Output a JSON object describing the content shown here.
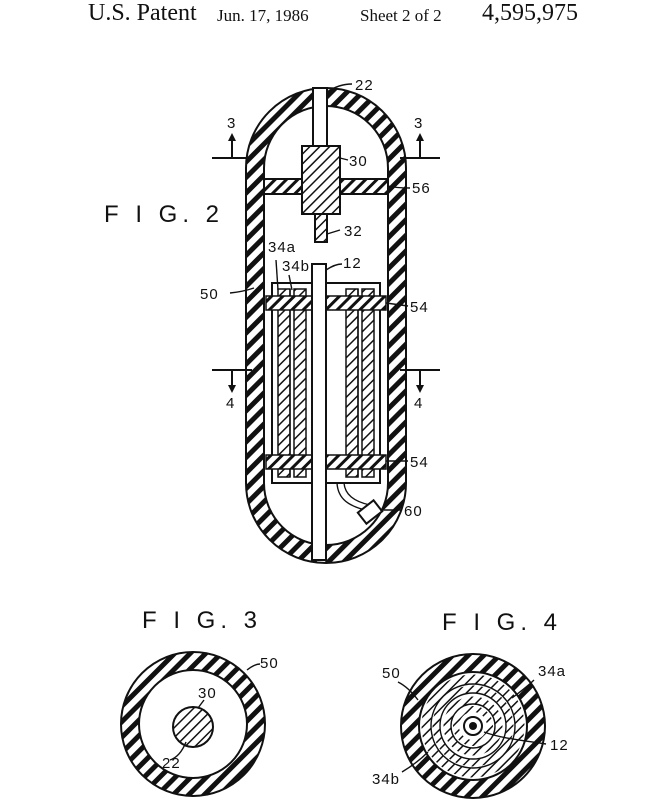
{
  "header": {
    "patent_label": "U.S. Patent",
    "date": "Jun. 17, 1986",
    "sheet": "Sheet 2 of 2",
    "patent_number": "4,595,975"
  },
  "figures": {
    "fig2": {
      "title": "F I G. 2",
      "labels": {
        "l22": "22",
        "l30": "30",
        "l56": "56",
        "l32": "32",
        "l34a": "34a",
        "l34b": "34b",
        "l12": "12",
        "l50": "50",
        "l54_top": "54",
        "l54_bottom": "54",
        "l60": "60",
        "sec3_left": "3",
        "sec3_right": "3",
        "sec4_left": "4",
        "sec4_right": "4"
      }
    },
    "fig3": {
      "title": "F I G. 3",
      "labels": {
        "l50": "50",
        "l30": "30",
        "l22": "22"
      }
    },
    "fig4": {
      "title": "F I G. 4",
      "labels": {
        "l50": "50",
        "l34a": "34a",
        "l12": "12",
        "l34b": "34b"
      }
    }
  },
  "colors": {
    "ink": "#111111",
    "paper": "#ffffff"
  }
}
